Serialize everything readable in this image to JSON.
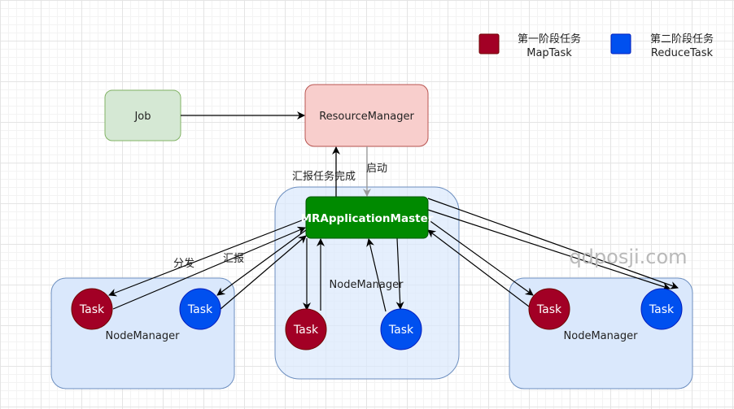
{
  "legend": {
    "map": {
      "title": "第一阶段任务",
      "subtitle": "MapTask",
      "color": "#a20025"
    },
    "reduce": {
      "title": "第二阶段任务",
      "subtitle": "ReduceTask",
      "color": "#0050ef"
    }
  },
  "nodes": {
    "job": "Job",
    "resource_manager": "ResourceManager",
    "app_master": "MRApplicationMaster"
  },
  "node_managers": {
    "left": "NodeManager",
    "center": "NodeManager",
    "right": "NodeManager"
  },
  "tasks": {
    "left_map": "Task",
    "left_reduce": "Task",
    "center_map": "Task",
    "center_reduce": "Task",
    "right_map": "Task",
    "right_reduce": "Task"
  },
  "edge_labels": {
    "report_done": "汇报任务完成",
    "launch": "启动",
    "distribute": "分发",
    "report": "汇报"
  },
  "watermark": "qdposji.com",
  "colors": {
    "job_fill": "#d5e8d4",
    "job_stroke": "#82b366",
    "rm_fill": "#f8cecc",
    "rm_stroke": "#b85450",
    "am_fill": "#008a00",
    "am_stroke": "#005700",
    "nm_fill": "#dae8fc",
    "nm_stroke": "#6c8ebf"
  }
}
